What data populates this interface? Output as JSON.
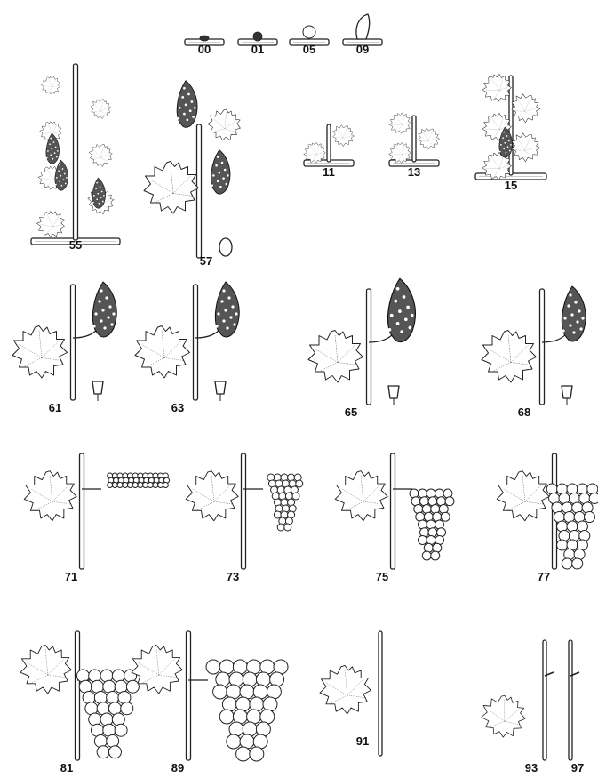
{
  "stages": [
    {
      "code": "00",
      "type": "cane",
      "bud": "dormant"
    },
    {
      "code": "01",
      "type": "cane",
      "bud": "swollen"
    },
    {
      "code": "05",
      "type": "cane",
      "bud": "wool"
    },
    {
      "code": "09",
      "type": "cane",
      "bud": "burst"
    },
    {
      "code": "11",
      "type": "shoot",
      "leaves": 2
    },
    {
      "code": "13",
      "type": "shoot",
      "leaves": 3
    },
    {
      "code": "15",
      "type": "shoot",
      "leaves": 5
    },
    {
      "code": "55",
      "type": "tall-shoot"
    },
    {
      "code": "57",
      "type": "leaf-inflorescence",
      "detail": "single-flower"
    },
    {
      "code": "61",
      "type": "leaf-flower-cluster",
      "detail": "flower-capped"
    },
    {
      "code": "63",
      "type": "leaf-flower-cluster",
      "detail": "cap-falling"
    },
    {
      "code": "65",
      "type": "leaf-flower-cluster",
      "detail": "open-flower"
    },
    {
      "code": "68",
      "type": "leaf-flower-cluster",
      "detail": "fruit-set"
    },
    {
      "code": "71",
      "type": "leaf-grapes",
      "berry_size": "small-horizontal"
    },
    {
      "code": "73",
      "type": "leaf-grapes",
      "berry_size": "small"
    },
    {
      "code": "75",
      "type": "leaf-grapes",
      "berry_size": "pea"
    },
    {
      "code": "77",
      "type": "leaf-grapes",
      "berry_size": "touching"
    },
    {
      "code": "81",
      "type": "leaf-grapes",
      "berry_size": "large"
    },
    {
      "code": "89",
      "type": "leaf-grapes",
      "berry_size": "ripe"
    },
    {
      "code": "91",
      "type": "leaf-cane"
    },
    {
      "code": "93",
      "type": "leaf-fall"
    },
    {
      "code": "97",
      "type": "bare-cane"
    }
  ]
}
